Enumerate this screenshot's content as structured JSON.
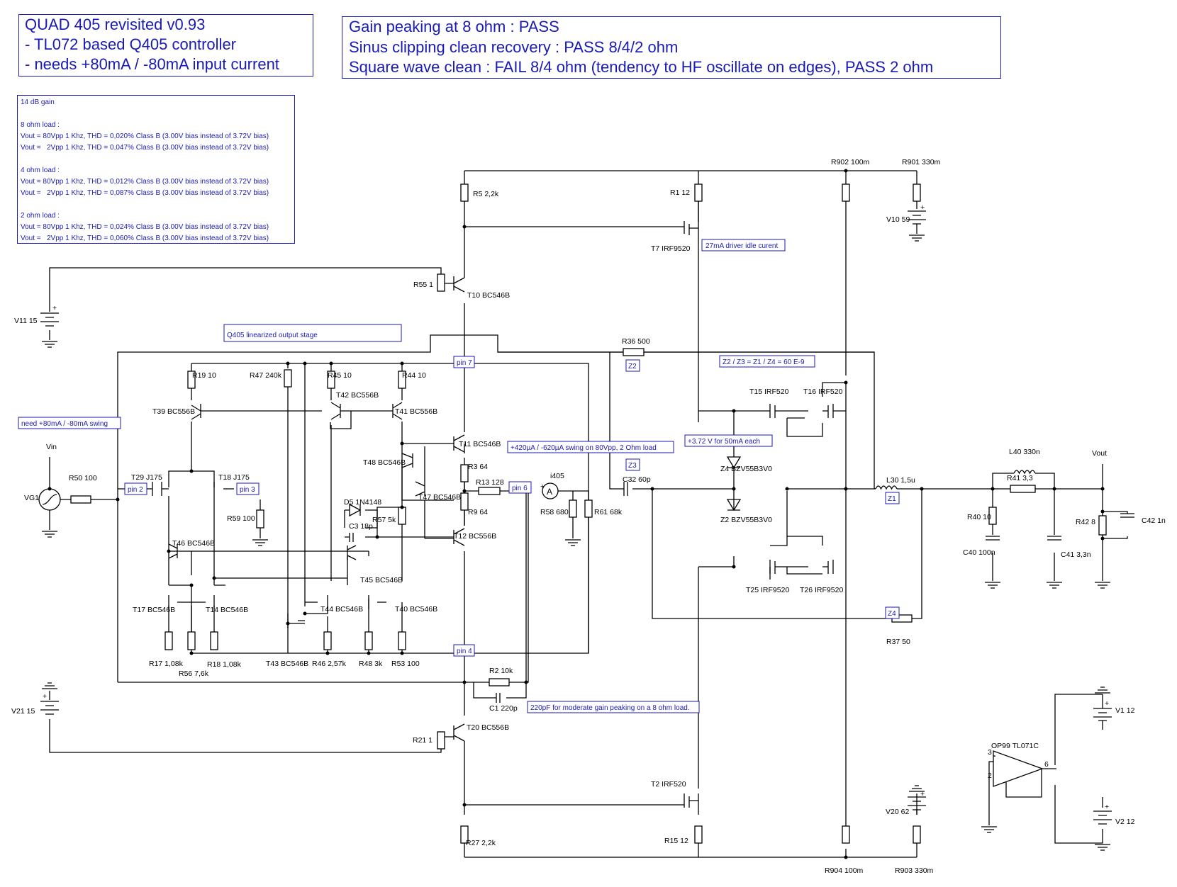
{
  "title_box": {
    "lines": [
      "QUAD 405 revisited v0.93",
      "- TL072 based Q405 controller",
      "- needs +80mA / -80mA input current"
    ]
  },
  "results_box": {
    "lines": [
      "Gain peaking at 8 ohm : PASS",
      "Sinus clipping clean recovery : PASS 8/4/2 ohm",
      "Square wave clean : FAIL 8/4 ohm (tendency to HF oscillate on edges), PASS 2 ohm"
    ]
  },
  "notes_box": {
    "lines": [
      "14 dB gain",
      "",
      "8 ohm load :",
      "Vout = 80Vpp 1 Khz, THD = 0,020% Class B (3.00V bias instead of 3.72V bias)",
      "Vout =   2Vpp 1 Khz, THD = 0,047% Class B (3.00V bias instead of 3.72V bias)",
      "",
      "4 ohm load :",
      "Vout = 80Vpp 1 Khz, THD = 0,012% Class B (3.00V bias instead of 3.72V bias)",
      "Vout =   2Vpp 1 Khz, THD = 0,087% Class B (3.00V bias instead of 3.72V bias)",
      "",
      "2 ohm load :",
      "Vout = 80Vpp 1 Khz, THD = 0,024% Class B (3.00V bias instead of 3.72V bias)",
      "Vout =   2Vpp 1 Khz, THD = 0,060% Class B (3.00V bias instead of 3.72V bias)"
    ]
  },
  "annotations": {
    "output_stage": "Q405 linearized output stage",
    "driver_idle": "27mA driver idle curent",
    "input_swing": "need +80mA / -80mA swing",
    "pin_swing": "+420µA / -620µA swing on 80Vpp,  2 Ohm load",
    "z_relation": "Z2 / Z3 = Z1 / Z4 = 60 E-9",
    "bias": "+3.72 V for 50mA each",
    "c1_note": "220pF for moderate gain peaking on a 8 ohm load."
  },
  "pins": {
    "pin2": "pin 2",
    "pin3": "pin 3",
    "pin4": "pin 4",
    "pin6": "pin 6",
    "pin7": "pin 7"
  },
  "z_tags": {
    "z1": "Z1",
    "z2": "Z2",
    "z3": "Z3",
    "z4": "Z4"
  },
  "components": {
    "r902": "R902 100m",
    "r901": "R901 330m",
    "r5": "R5 2,2k",
    "r1": "R1 12",
    "v10": "V10 59",
    "t7": "T7 IRF9520",
    "r55": "R55 1",
    "t10": "T10 BC546B",
    "v11": "V11 15",
    "r36": "R36 500",
    "r19": "R19 10",
    "r47": "R47 240k",
    "r45": "R45 10",
    "r44": "R44 10",
    "t42": "T42 BC556B",
    "t39": "T39 BC556B",
    "t41": "T41 BC556B",
    "t15": "T15 IRF520",
    "t16": "T16 IRF520",
    "t11": "T11 BC546B",
    "t48": "T48 BC546B",
    "r3": "R3 64",
    "vin": "Vin",
    "r50": "R50 100",
    "t29": "T29 J175",
    "t18": "T18 J175",
    "vg1": "VG1",
    "r59": "R59 100",
    "r13": "R13 128",
    "i405": "i405",
    "c32": "C32 60p",
    "z4d": "Z4 BZV55B3V0",
    "l40": "L40 330n",
    "vout": "Vout",
    "l30": "L30 1,5u",
    "r41": "R41 3,3",
    "d5": "D5 1N4148",
    "t47": "T47 BC546B",
    "r57": "R57 5k",
    "c3": "C3 18p",
    "r9": "R9 64",
    "r58": "R58 680",
    "r61": "R61 68k",
    "z2d": "Z2 BZV55B3V0",
    "r40": "R40 10",
    "r42": "R42 8",
    "c42": "C42 1n",
    "t12": "T12 BC556B",
    "t46": "T46 BC546B",
    "t45": "T45 BC546B",
    "c40": "C40 100n",
    "c41": "C41 3,3n",
    "t25": "T25 IRF9520",
    "t26": "T26 IRF9520",
    "t17": "T17 BC546B",
    "t14": "T14 BC546B",
    "t44": "T44 BC546B",
    "t40": "T40 BC546B",
    "r17": "R17 1,08k",
    "r18": "R18 1,08k",
    "r56": "R56 7,6k",
    "t43": "T43 BC546B",
    "r46": "R46 2,57k",
    "r48": "R48 3k",
    "r53": "R53 100",
    "r37": "R37 50",
    "r2": "R2 10k",
    "c1": "C1 220p",
    "v21": "V21 15",
    "t20": "T20 BC556B",
    "r21": "R21 1",
    "v1": "V1 12",
    "op99": "OP99 TL071C",
    "t2": "T2 IRF520",
    "v20": "V20 62",
    "v2": "V2 12",
    "r27": "R27 2,2k",
    "r15": "R15 12",
    "r904": "R904 100m",
    "r903": "R903 330m",
    "op_pin3": "3",
    "op_pin2": "2",
    "op_pin6": "6",
    "plus": "+"
  },
  "colors": {
    "annotation": "#1a1ab4",
    "wire": "#000000"
  }
}
